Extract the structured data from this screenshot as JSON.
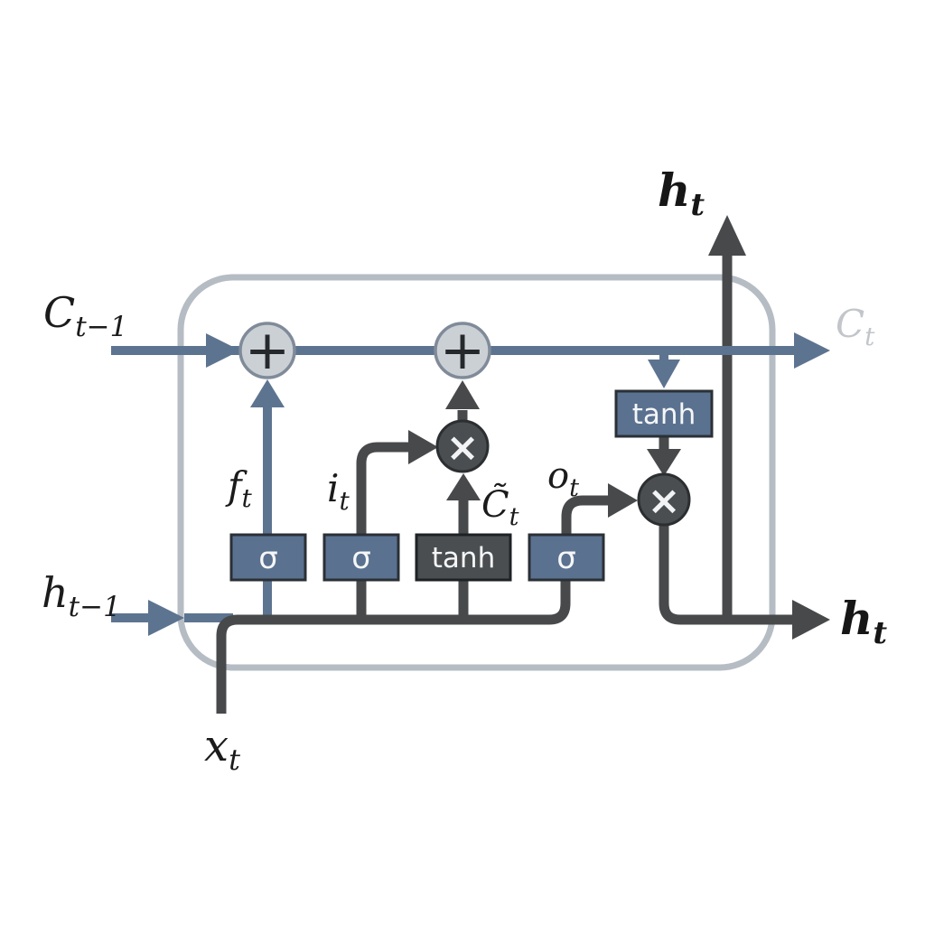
{
  "diagram": {
    "type": "lstm-cell",
    "colors": {
      "background": "#ffffff",
      "cell_border": "#b6bcc3",
      "state_line_blue": "#5d7490",
      "signal_line_dark": "#47494b",
      "gate_box_blue_fill": "#5a7190",
      "gate_box_dark_fill": "#4a4e50",
      "add_circle_fill": "#cbd0d5",
      "add_circle_stroke": "#808b99",
      "mul_circle_fill": "#4a4e50",
      "label_black": "#1b1b1b",
      "label_gray": "#c2c6cb"
    },
    "labels": {
      "cell_state_prev": {
        "main": "C",
        "sub": "t−1"
      },
      "hidden_state_prev": {
        "main": "h",
        "sub": "t−1"
      },
      "input": {
        "main": "x",
        "sub": "t"
      },
      "forget_gate": {
        "main": "f",
        "sub": "t"
      },
      "input_gate": {
        "main": "i",
        "sub": "t"
      },
      "candidate": {
        "main": "C̃",
        "sub": "t"
      },
      "output_gate": {
        "main": "o",
        "sub": "t"
      },
      "cell_state_out": {
        "main": "C",
        "sub": "t"
      },
      "hidden_state_out_top": {
        "main": "h",
        "sub": "t"
      },
      "hidden_state_out_right": {
        "main": "h",
        "sub": "t"
      }
    },
    "nodes": {
      "sigma_forget": "σ",
      "sigma_input": "σ",
      "tanh_gate": "tanh",
      "sigma_output": "σ",
      "tanh_cell": "tanh",
      "op_add_1": "+",
      "op_add_2": "+",
      "op_mul_candidate": "×",
      "op_mul_output": "×"
    }
  }
}
